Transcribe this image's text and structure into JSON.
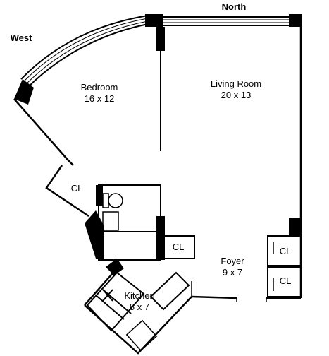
{
  "compass": {
    "north": "North",
    "west": "West"
  },
  "rooms": {
    "bedroom": {
      "name": "Bedroom",
      "size": "16 x 12"
    },
    "living_room": {
      "name": "Living Room",
      "size": "20 x 13"
    },
    "foyer": {
      "name": "Foyer",
      "size": "9 x 7"
    },
    "kitchen": {
      "name": "Kitchen",
      "size": "8 x 7"
    }
  },
  "closets": {
    "bedroom_closet": "CL",
    "hall_closet": "CL",
    "foyer_closet_upper": "CL",
    "foyer_closet_lower": "CL"
  },
  "colors": {
    "wall": "#000000",
    "background": "#ffffff"
  }
}
